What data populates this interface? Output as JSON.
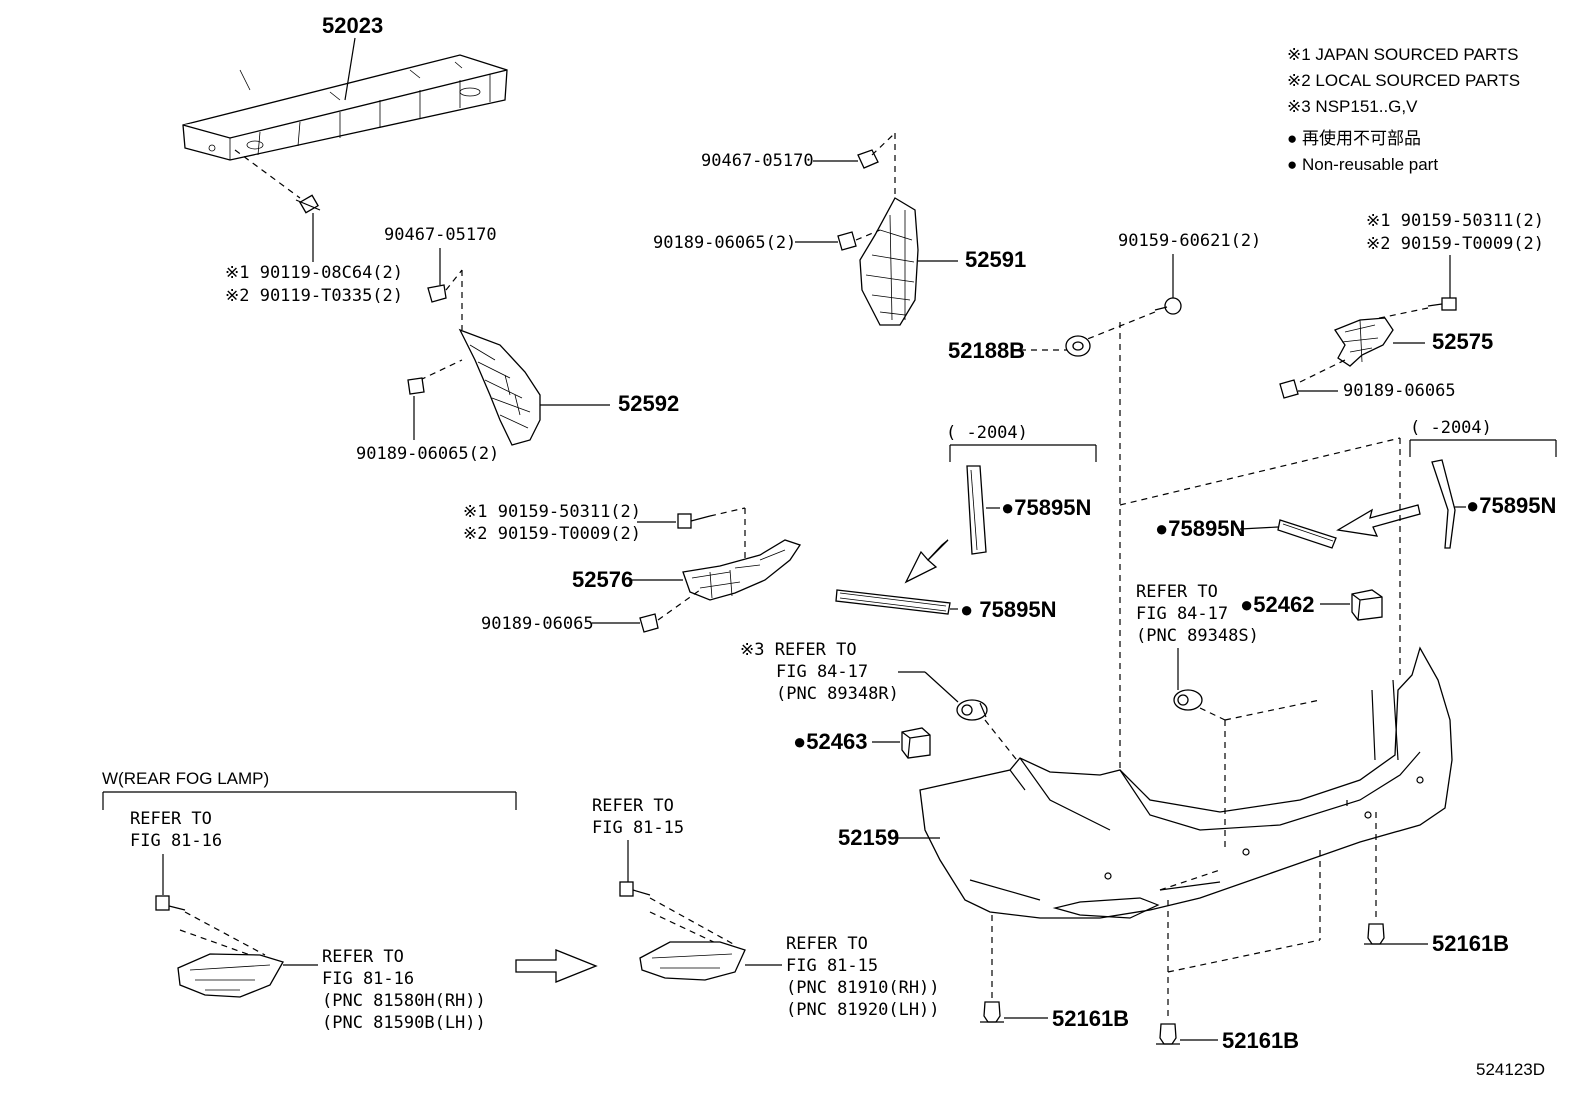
{
  "legend": {
    "line1": "※1 JAPAN SOURCED PARTS",
    "line2": "※2 LOCAL SOURCED PARTS",
    "line3": "※3 NSP151..G,V",
    "line4": "● 再使用不可部品",
    "line5": "● Non-reusable part"
  },
  "labels": {
    "p52023": "52023",
    "b90119a": "※1 90119-08C64(2)",
    "b90119b": "※2 90119-T0335(2)",
    "c90467a": "90467-05170",
    "c90467b": "90467-05170",
    "p52592": "52592",
    "c90189_2a": "90189-06065(2)",
    "c90189_2b": "90189-06065(2)",
    "p52591": "52591",
    "s90159_60621": "90159-60621(2)",
    "p52188B": "52188B",
    "s1_90159_r": "※1 90159-50311(2)",
    "s2_90159_r": "※2 90159-T0009(2)",
    "p52575": "52575",
    "c90189_r": "90189-06065",
    "s1_90159_l": "※1 90159-50311(2)",
    "s2_90159_l": "※2 90159-T0009(2)",
    "p52576": "52576",
    "c90189_l": "90189-06065",
    "bracket_left": "(      -2004)",
    "bracket_right": "(      -2004)",
    "r75895N_1": "●75895N",
    "r75895N_2": "●75895N",
    "r75895N_3": "● 75895N",
    "r75895N_4": "●75895N",
    "ref3_a": "※3 REFER TO",
    "ref3_b": "FIG 84-17",
    "ref3_c": "(PNC 89348R)",
    "refS_a": "REFER TO",
    "refS_b": "FIG 84-17",
    "refS_c": "(PNC 89348S)",
    "p52462": "●52462",
    "p52463": "●52463",
    "p52159": "52159",
    "fog_title": "W(REAR FOG LAMP)",
    "ref8116_a": "REFER TO",
    "ref8116_b": "FIG 81-16",
    "ref8115_a": "REFER TO",
    "ref8115_b": "FIG 81-15",
    "ref8116l_a": "REFER TO",
    "ref8116l_b": "FIG 81-16",
    "ref8116l_c": "(PNC 81580H(RH))",
    "ref8116l_d": "(PNC 81590B(LH))",
    "ref8115l_a": "REFER TO",
    "ref8115l_b": "FIG 81-15",
    "ref8115l_c": "(PNC 81910(RH))",
    "ref8115l_d": "(PNC 81920(LH))",
    "p52161B_1": "52161B",
    "p52161B_2": "52161B",
    "p52161B_3": "52161B",
    "diagram_id": "524123D"
  }
}
